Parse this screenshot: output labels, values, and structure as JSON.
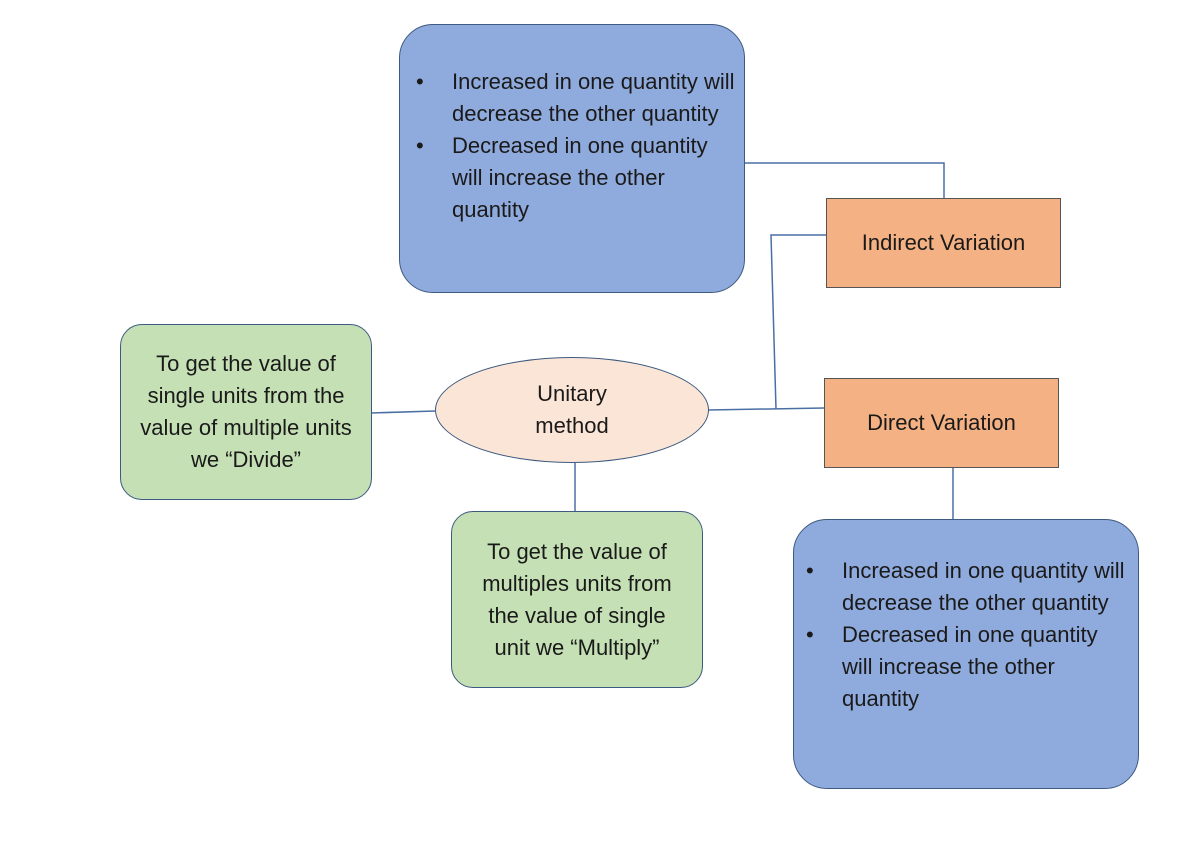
{
  "colors": {
    "blue_box": "#8faadc",
    "green_box": "#c5e0b4",
    "orange_box": "#f4b183",
    "ellipse": "#fbe5d6",
    "border": "#3d5a80",
    "connector": "#4a6fa5"
  },
  "center": {
    "line1": "Unitary",
    "line2": "method"
  },
  "indirect": {
    "label": "Indirect Variation"
  },
  "direct": {
    "label": "Direct Variation"
  },
  "indirect_notes": {
    "items": [
      "Increased in one quantity will decrease the other quantity",
      "Decreased in one quantity will increase the other quantity"
    ]
  },
  "direct_notes": {
    "items": [
      "Increased in one quantity will decrease the other quantity",
      "Decreased in one quantity will increase the other quantity"
    ]
  },
  "divide_note": {
    "text": "To get the value of single units from the value of multiple units we “Divide”"
  },
  "multiply_note": {
    "text": "To get the value of multiples units from the value of single unit we “Multiply”"
  }
}
